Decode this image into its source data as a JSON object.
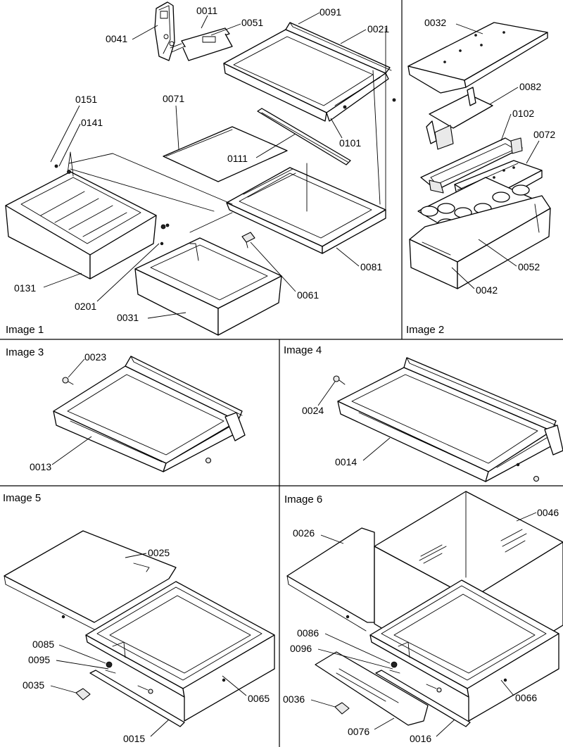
{
  "panels": [
    {
      "id": "image-1",
      "title": "Image 1"
    },
    {
      "id": "image-2",
      "title": "Image 2"
    },
    {
      "id": "image-3",
      "title": "Image 3"
    },
    {
      "id": "image-4",
      "title": "Image 4"
    },
    {
      "id": "image-5",
      "title": "Image 5"
    },
    {
      "id": "image-6",
      "title": "Image 6"
    }
  ],
  "parts": {
    "p0011": "0011",
    "p0091": "0091",
    "p0041": "0041",
    "p0051": "0051",
    "p0021": "0021",
    "p0151": "0151",
    "p0141": "0141",
    "p0071": "0071",
    "p0111": "0111",
    "p0101": "0101",
    "p0131": "0131",
    "p0201": "0201",
    "p0031": "0031",
    "p0061": "0061",
    "p0081": "0081",
    "p0032": "0032",
    "p0082": "0082",
    "p0102": "0102",
    "p0072": "0072",
    "p0052": "0052",
    "p0042": "0042",
    "p0023": "0023",
    "p0013": "0013",
    "p0024": "0024",
    "p0014": "0014",
    "p0025": "0025",
    "p0085": "0085",
    "p0095": "0095",
    "p0035": "0035",
    "p0065": "0065",
    "p0015": "0015",
    "p0026": "0026",
    "p0046": "0046",
    "p0086": "0086",
    "p0096": "0096",
    "p0036": "0036",
    "p0076": "0076",
    "p0066": "0066",
    "p0016": "0016"
  }
}
